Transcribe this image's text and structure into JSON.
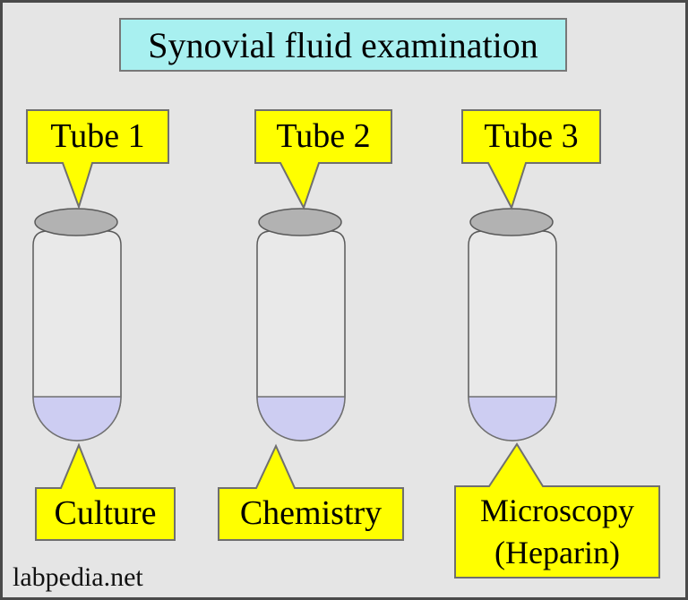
{
  "title": "Synovial fluid examination",
  "watermark": "labpedia.net",
  "tubes": [
    {
      "label": "Tube 1",
      "test": "Culture"
    },
    {
      "label": "Tube 2",
      "test": "Chemistry"
    },
    {
      "label": "Tube 3",
      "test": "Microscopy (Heparin)"
    }
  ],
  "colors": {
    "background": "#e5e5e5",
    "frame_border": "#4a4a4a",
    "title_fill": "#a8f0f0",
    "title_border": "#787878",
    "callout_fill": "#ffff00",
    "callout_border": "#6f6f6f",
    "tube_body_fill": "#e9e9e9",
    "tube_outline": "#5a5a5a",
    "cap_fill": "#b2b2b2",
    "fluid_fill": "#cdcdf2",
    "text": "#000000"
  }
}
